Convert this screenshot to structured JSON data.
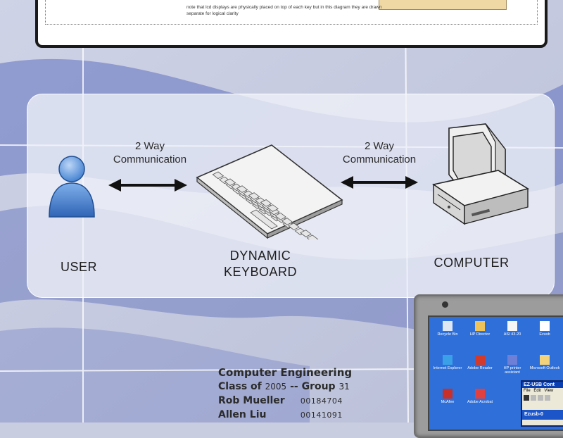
{
  "poster": {
    "top_note": "note that lcd displays are physically placed on top of each key but in this diagram they are drawn separate for logical clarity",
    "nodes": {
      "user": "USER",
      "keyboard_line1": "DYNAMIC",
      "keyboard_line2": "KEYBOARD",
      "computer": "COMPUTER"
    },
    "links": [
      {
        "line1": "2 Way",
        "line2": "Communication"
      },
      {
        "line1": "2 Way",
        "line2": "Communication"
      }
    ],
    "credits": {
      "line1": "Computer Engineering",
      "class_prefix": "Class of",
      "class_year": "2005",
      "group_label": "-- Group",
      "group_number": "31",
      "members": [
        {
          "name": "Rob Mueller",
          "id": "00184704"
        },
        {
          "name": "Allen Liu",
          "id": "00141091"
        }
      ]
    }
  },
  "lcd_screen": {
    "icons": [
      {
        "label": "Recycle Bin",
        "icon": "recycle-bin-icon"
      },
      {
        "label": "HP Director",
        "icon": "hp-director-icon"
      },
      {
        "label": "ASI 43-20",
        "icon": "disc-icon"
      },
      {
        "label": "Ezusb",
        "icon": "document-icon"
      },
      {
        "label": "Internet Explorer",
        "icon": "internet-explorer-icon"
      },
      {
        "label": "Adobe Reader",
        "icon": "reader-icon"
      },
      {
        "label": "HP printer assistant",
        "icon": "hp-printer-icon"
      },
      {
        "label": "Microsoft Outlook",
        "icon": "outlook-icon"
      },
      {
        "label": "McAfee",
        "icon": "mcafee-icon"
      },
      {
        "label": "Adobe Acrobat",
        "icon": "acrobat-icon"
      }
    ],
    "window": {
      "title": "EZ-USB Cont",
      "menu": [
        "File",
        "Edit",
        "View"
      ]
    },
    "taskbar_item": "Ezusb-0"
  },
  "colors": {
    "panel": "#e9ebf3",
    "user_figure": "#5a8fd6",
    "arrow": "#111111",
    "laptop_bezel": "#9a9a9a",
    "desktop": "#2e6fd9"
  }
}
